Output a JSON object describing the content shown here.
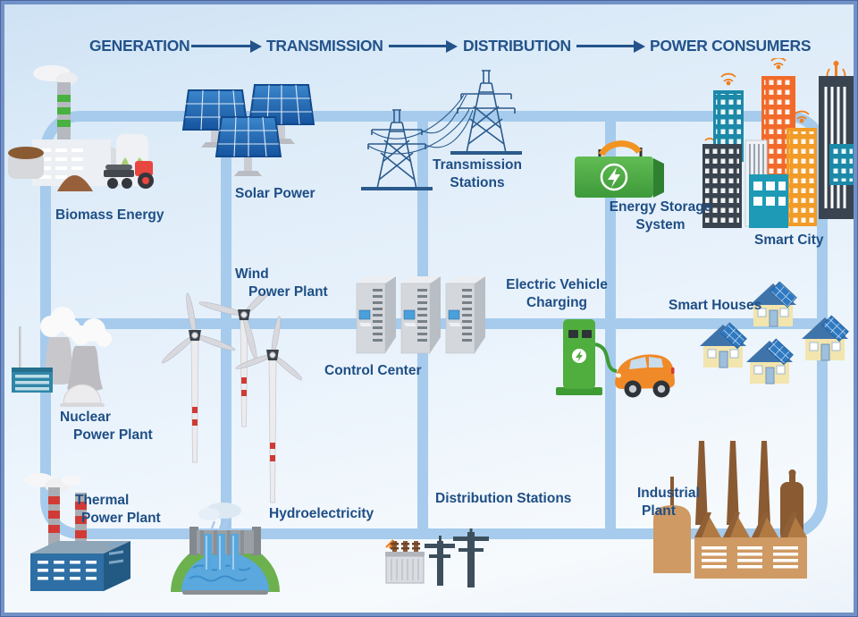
{
  "header": {
    "stages": [
      {
        "label": "GENERATION"
      },
      {
        "label": "TRANSMISSION"
      },
      {
        "label": "DISTRIBUTION"
      },
      {
        "label": "POWER CONSUMERS"
      }
    ]
  },
  "nodes": {
    "biomass": {
      "label1": "Biomass Energy",
      "icon": "biomass-factory-icon"
    },
    "solar": {
      "label1": "Solar Power",
      "icon": "solar-panels-icon"
    },
    "wind": {
      "label1": "Wind",
      "label2": "Power Plant",
      "icon": "wind-turbines-icon"
    },
    "nuclear": {
      "label1": "Nuclear",
      "label2": "Power Plant",
      "icon": "nuclear-plant-icon"
    },
    "thermal": {
      "label1": "Thermal",
      "label2": "Power Plant",
      "icon": "thermal-plant-icon"
    },
    "hydro": {
      "label1": "Hydroelectricity",
      "icon": "hydro-dam-icon"
    },
    "transmission": {
      "label1": "Transmission",
      "label2": "Stations",
      "icon": "transmission-towers-icon"
    },
    "control": {
      "label1": "Control Center",
      "icon": "server-racks-icon"
    },
    "storage": {
      "label1": "Energy Storage",
      "label2": "System",
      "icon": "battery-case-icon"
    },
    "ev": {
      "label1": "Electric Vehicle",
      "label2": "Charging",
      "icon": "ev-charging-icon"
    },
    "distribution": {
      "label1": "Distribution Stations",
      "icon": "utility-poles-icon"
    },
    "city": {
      "label1": "Smart City",
      "icon": "city-buildings-icon"
    },
    "houses": {
      "label1": "Smart Houses",
      "icon": "solar-houses-icon"
    },
    "industrial": {
      "label1": "Industrial",
      "label2": "Plant",
      "icon": "factory-icon"
    }
  },
  "colors": {
    "header_text": "#23538a",
    "label_text": "#1e4e85",
    "bus_line": "#a6cbec",
    "frame_border": "#7191c7",
    "accent_green": "#4fae3d",
    "accent_orange": "#f07f1f",
    "accent_red": "#d23b35"
  }
}
